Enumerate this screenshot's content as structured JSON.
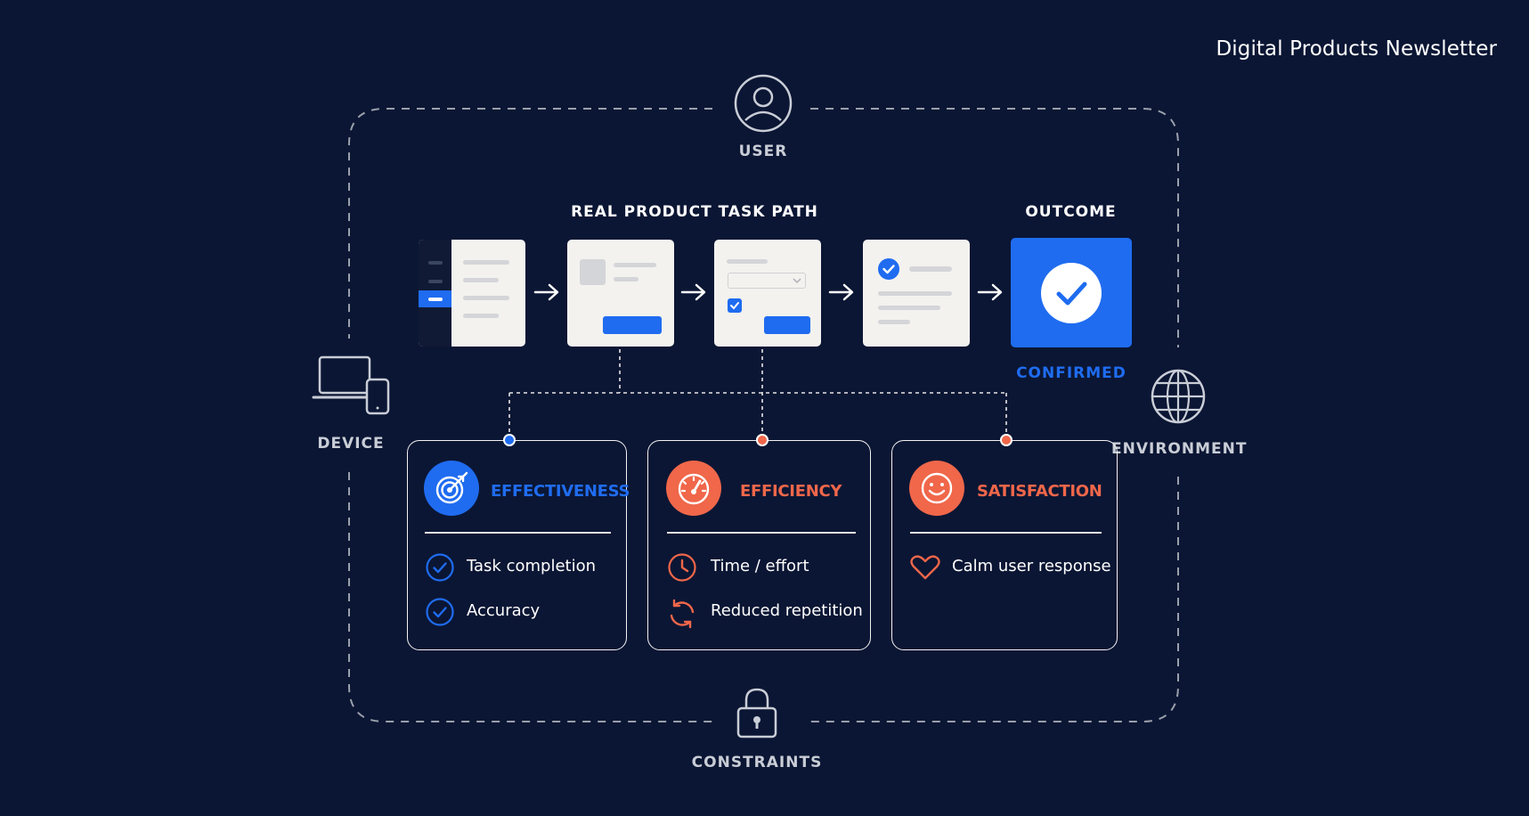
{
  "brand": "Digital Products Newsletter",
  "context": {
    "user": "USER",
    "device": "DEVICE",
    "environment": "ENVIRONMENT",
    "constraints": "CONSTRAINTS"
  },
  "task_path": {
    "title": "REAL PRODUCT TASK PATH",
    "steps": [
      "navigation-screen",
      "form-screen",
      "input-screen",
      "review-screen"
    ]
  },
  "outcome": {
    "title": "OUTCOME",
    "status": "CONFIRMED"
  },
  "metrics": [
    {
      "title": "EFFECTIVENESS",
      "color": "#1f6cf0",
      "icon": "target-icon",
      "items": [
        {
          "icon": "check-circle-icon",
          "label": "Task completion"
        },
        {
          "icon": "check-circle-icon",
          "label": "Accuracy"
        }
      ]
    },
    {
      "title": "EFFICIENCY",
      "color": "#f0674a",
      "icon": "speedometer-icon",
      "items": [
        {
          "icon": "clock-icon",
          "label": "Time / effort"
        },
        {
          "icon": "refresh-icon",
          "label": "Reduced repetition"
        }
      ]
    },
    {
      "title": "SATISFACTION",
      "color": "#f0674a",
      "icon": "smiley-icon",
      "items": [
        {
          "icon": "heart-icon",
          "label": "Calm user response"
        }
      ]
    }
  ],
  "colors": {
    "background": "#0b1634",
    "accent_blue": "#1f6cf0",
    "accent_coral": "#f0674a",
    "frame_dash": "#9aa0ab"
  }
}
